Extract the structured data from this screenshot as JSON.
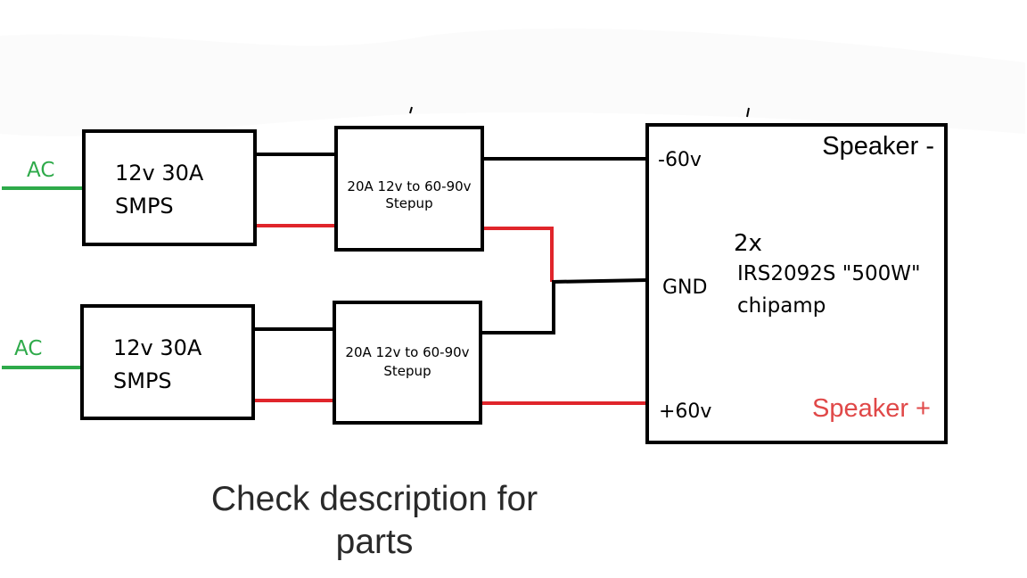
{
  "colors": {
    "ac_wire": "#2eaa4a",
    "neg_wire": "#000000",
    "pos_wire": "#e0252b",
    "speaker_plus": "#e04848",
    "text": "#000000",
    "caption": "#2a2a2a"
  },
  "inputs": {
    "top_ac_label": "AC",
    "bottom_ac_label": "AC"
  },
  "smps_top": {
    "line1": "12v 30A",
    "line2": "SMPS"
  },
  "smps_bottom": {
    "line1": "12v 30A",
    "line2": "SMPS"
  },
  "stepup_top": {
    "line1": "20A 12v to 60-90v",
    "line2": "Stepup"
  },
  "stepup_bottom": {
    "line1": "20A 12v to 60-90v",
    "line2": "Stepup"
  },
  "amplifier": {
    "neg_rail": "-60v",
    "gnd": "GND",
    "pos_rail": "+60v",
    "speaker_minus": "Speaker -",
    "speaker_plus": "Speaker +",
    "count": "2x",
    "model": "IRS2092S \"500W\"",
    "type": "chipamp"
  },
  "caption": {
    "line1": "Check description for",
    "line2": "parts"
  }
}
